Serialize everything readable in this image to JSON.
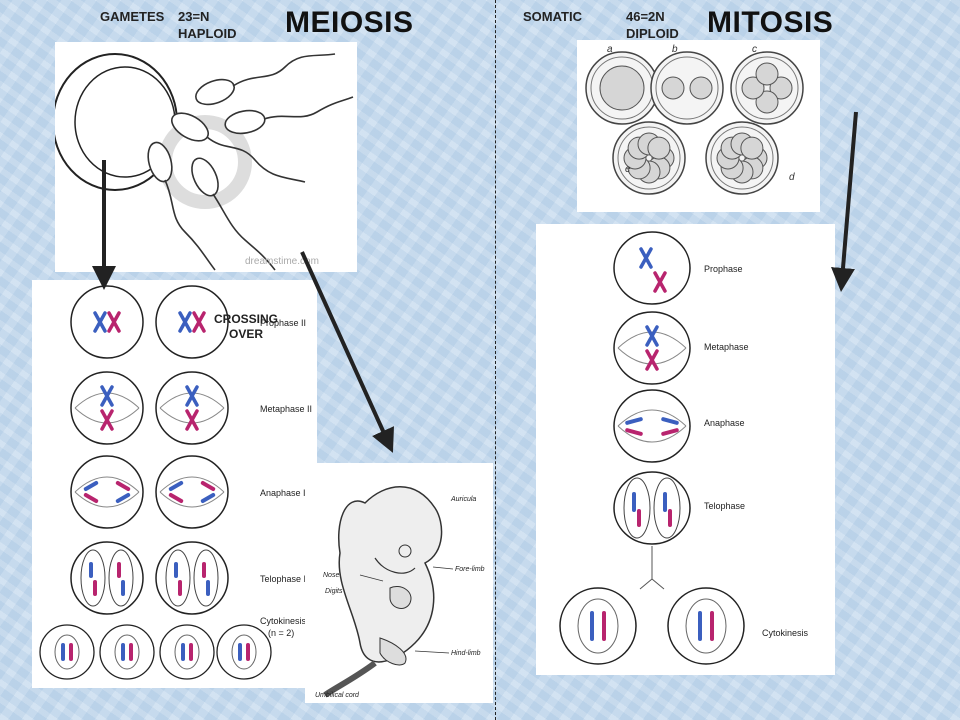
{
  "meiosis": {
    "title": "MEIOSIS",
    "gametes_label": "GAMETES",
    "ploidy_line1": "23=N",
    "ploidy_line2": "HAPLOID",
    "crossing_over": "CROSSING OVER",
    "stages": [
      "Prophase II",
      "Metaphase II",
      "Anaphase II",
      "Telophase II",
      "Cytokinesis"
    ],
    "cytokinesis_note": "(n = 2)",
    "watermark": "dreamstime.com"
  },
  "mitosis": {
    "title": "MITOSIS",
    "somatic_label": "SOMATIC",
    "ploidy_line1": "46=2N",
    "ploidy_line2": "DIPLOID",
    "stages": [
      "Prophase",
      "Metaphase",
      "Anaphase",
      "Telophase",
      "Cytokinesis"
    ],
    "cleavage_letters": [
      "a",
      "b",
      "c",
      "e",
      "d"
    ]
  },
  "embryo": {
    "labels": [
      "Auricula",
      "Nose",
      "Fore-limb",
      "Digits",
      "Hind-limb",
      "Umbilical cord"
    ]
  },
  "colors": {
    "blue_chromosome": "#3b5fbf",
    "magenta_chromosome": "#b8246e",
    "background": "#c7dbee"
  }
}
